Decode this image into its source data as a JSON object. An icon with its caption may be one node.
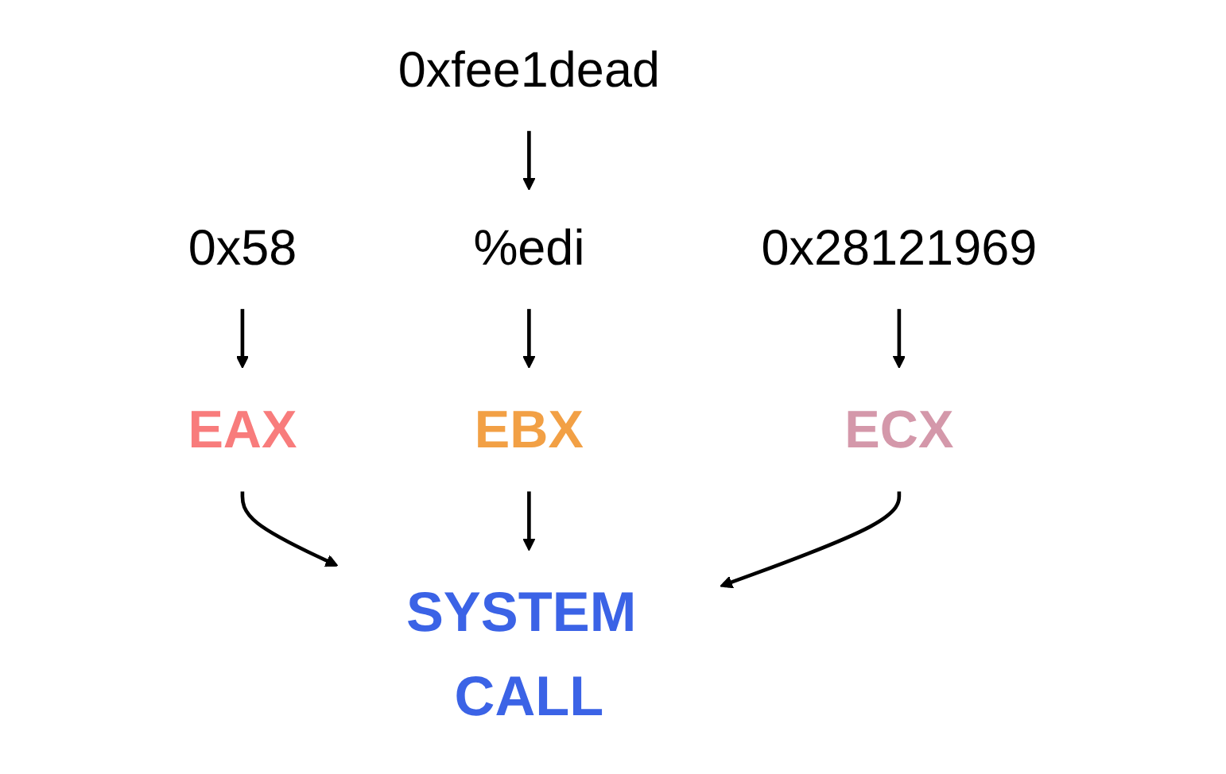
{
  "diagram": {
    "nodes": [
      {
        "text": [
          "0xfee1dead"
        ]
      },
      {
        "text": [
          "0x58"
        ]
      },
      {
        "text": [
          "%edi"
        ]
      },
      {
        "text": [
          "0x28121969"
        ]
      },
      {
        "text": [
          "EAX"
        ]
      },
      {
        "text": [
          "EBX"
        ]
      },
      {
        "text": [
          "ECX"
        ]
      },
      {
        "text": [
          "SYSTEM CALL"
        ]
      }
    ],
    "edges": [
      {
        "from": 0,
        "to": 2,
        "arrow": "to"
      },
      {
        "from": 1,
        "to": 4,
        "arrow": "to"
      },
      {
        "from": 2,
        "to": 5,
        "arrow": "to"
      },
      {
        "from": 3,
        "to": 6,
        "arrow": "to"
      },
      {
        "from": 4,
        "to": 7,
        "arrow": "to"
      },
      {
        "from": 5,
        "to": 7,
        "arrow": "to"
      },
      {
        "from": 6,
        "to": 7,
        "arrow": "to"
      }
    ]
  }
}
